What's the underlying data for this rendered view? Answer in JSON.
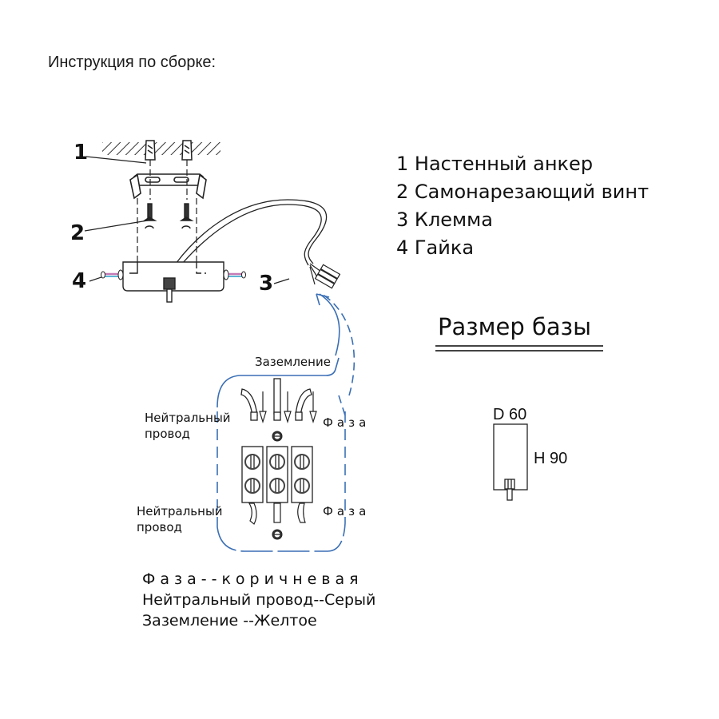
{
  "title": "Инструкция по сборке:",
  "callouts": [
    "1",
    "2",
    "3",
    "4"
  ],
  "legend": [
    {
      "num": "1",
      "label": "Настенный анкер"
    },
    {
      "num": "2",
      "label": "Самонарезающий винт"
    },
    {
      "num": "3",
      "label": "Клемма"
    },
    {
      "num": "4",
      "label": "Гайка"
    }
  ],
  "legend_text": [
    "1 Настенный анкер",
    "2 Самонарезающий винт",
    "3 Клемма",
    "4 Гайка"
  ],
  "base": {
    "title": "Размер базы",
    "diameter": "D 60",
    "height": "H 90"
  },
  "wiring": {
    "ground_label": "Заземление",
    "neutral_label_top": "Нейтральный\nпровод",
    "neutral_label_bottom": "Нейтральный\nпровод",
    "neutral_line1": "Нейтральный",
    "neutral_line2": "провод",
    "phase_label_top": "Фаза",
    "phase_label_bottom": "Фаза",
    "accent_color": "#3a6fb5"
  },
  "color_code": [
    "Фаза--коричневая",
    "Нейтральный провод--Серый",
    "Заземление --Желтое"
  ]
}
